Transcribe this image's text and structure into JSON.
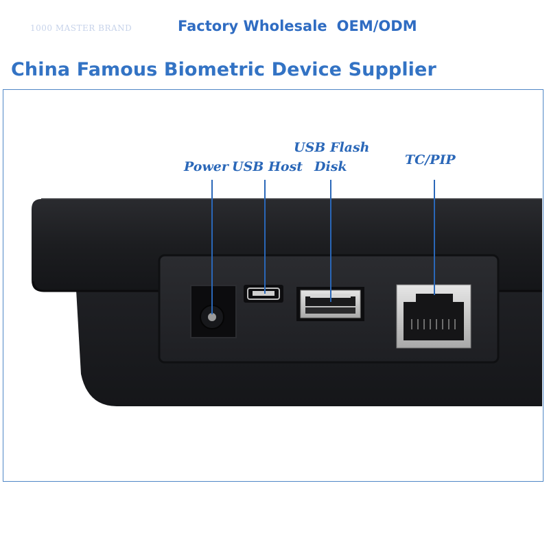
{
  "banner": {
    "faded_text": "1000 MASTER BRAND",
    "tagline_part1": "Factory Wholesale",
    "tagline_part2": "OEM/ODM"
  },
  "headline": "China Famous Biometric Device Supplier",
  "port_labels": {
    "power": "Power",
    "usb_host": "USB Host",
    "usb_flash_line1": "USB Flash",
    "usb_flash_line2": "Disk",
    "tcpip": "TC/PIP"
  },
  "colors": {
    "label_blue": "#2a67b8",
    "headline_blue": "#3373c4",
    "frame_border": "#4f86c6",
    "device_body": "#1b1c1f"
  }
}
